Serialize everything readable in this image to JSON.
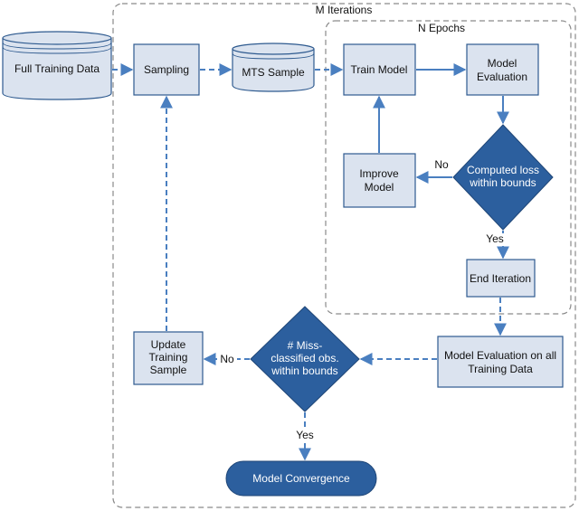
{
  "diagram": {
    "outer_label": "M Iterations",
    "inner_label": "N Epochs",
    "full_training_data": "Full Training Data",
    "sampling": "Sampling",
    "mts_sample": "MTS Sample",
    "train_model": "Train Model",
    "model_evaluation": [
      "Model",
      "Evaluation"
    ],
    "improve_model": [
      "Improve",
      "Model"
    ],
    "computed_loss": [
      "Computed loss",
      "within bounds"
    ],
    "end_iteration": "End Iteration",
    "model_eval_all": [
      "Model Evaluation on all",
      "Training Data"
    ],
    "misclassified": [
      "# Miss-",
      "classified obs.",
      "within bounds"
    ],
    "update_training": [
      "Update",
      "Training",
      "Sample"
    ],
    "model_convergence": "Model Convergence",
    "label_no_1": "No",
    "label_yes_1": "Yes",
    "label_no_2": "No",
    "label_yes_2": "Yes"
  },
  "colors": {
    "box_fill": "#dbe3ef",
    "box_stroke": "#2e5a8f",
    "diamond_fill": "#2c5f9e",
    "arrow": "#4a7fc0",
    "frame": "#8a8a8a"
  }
}
